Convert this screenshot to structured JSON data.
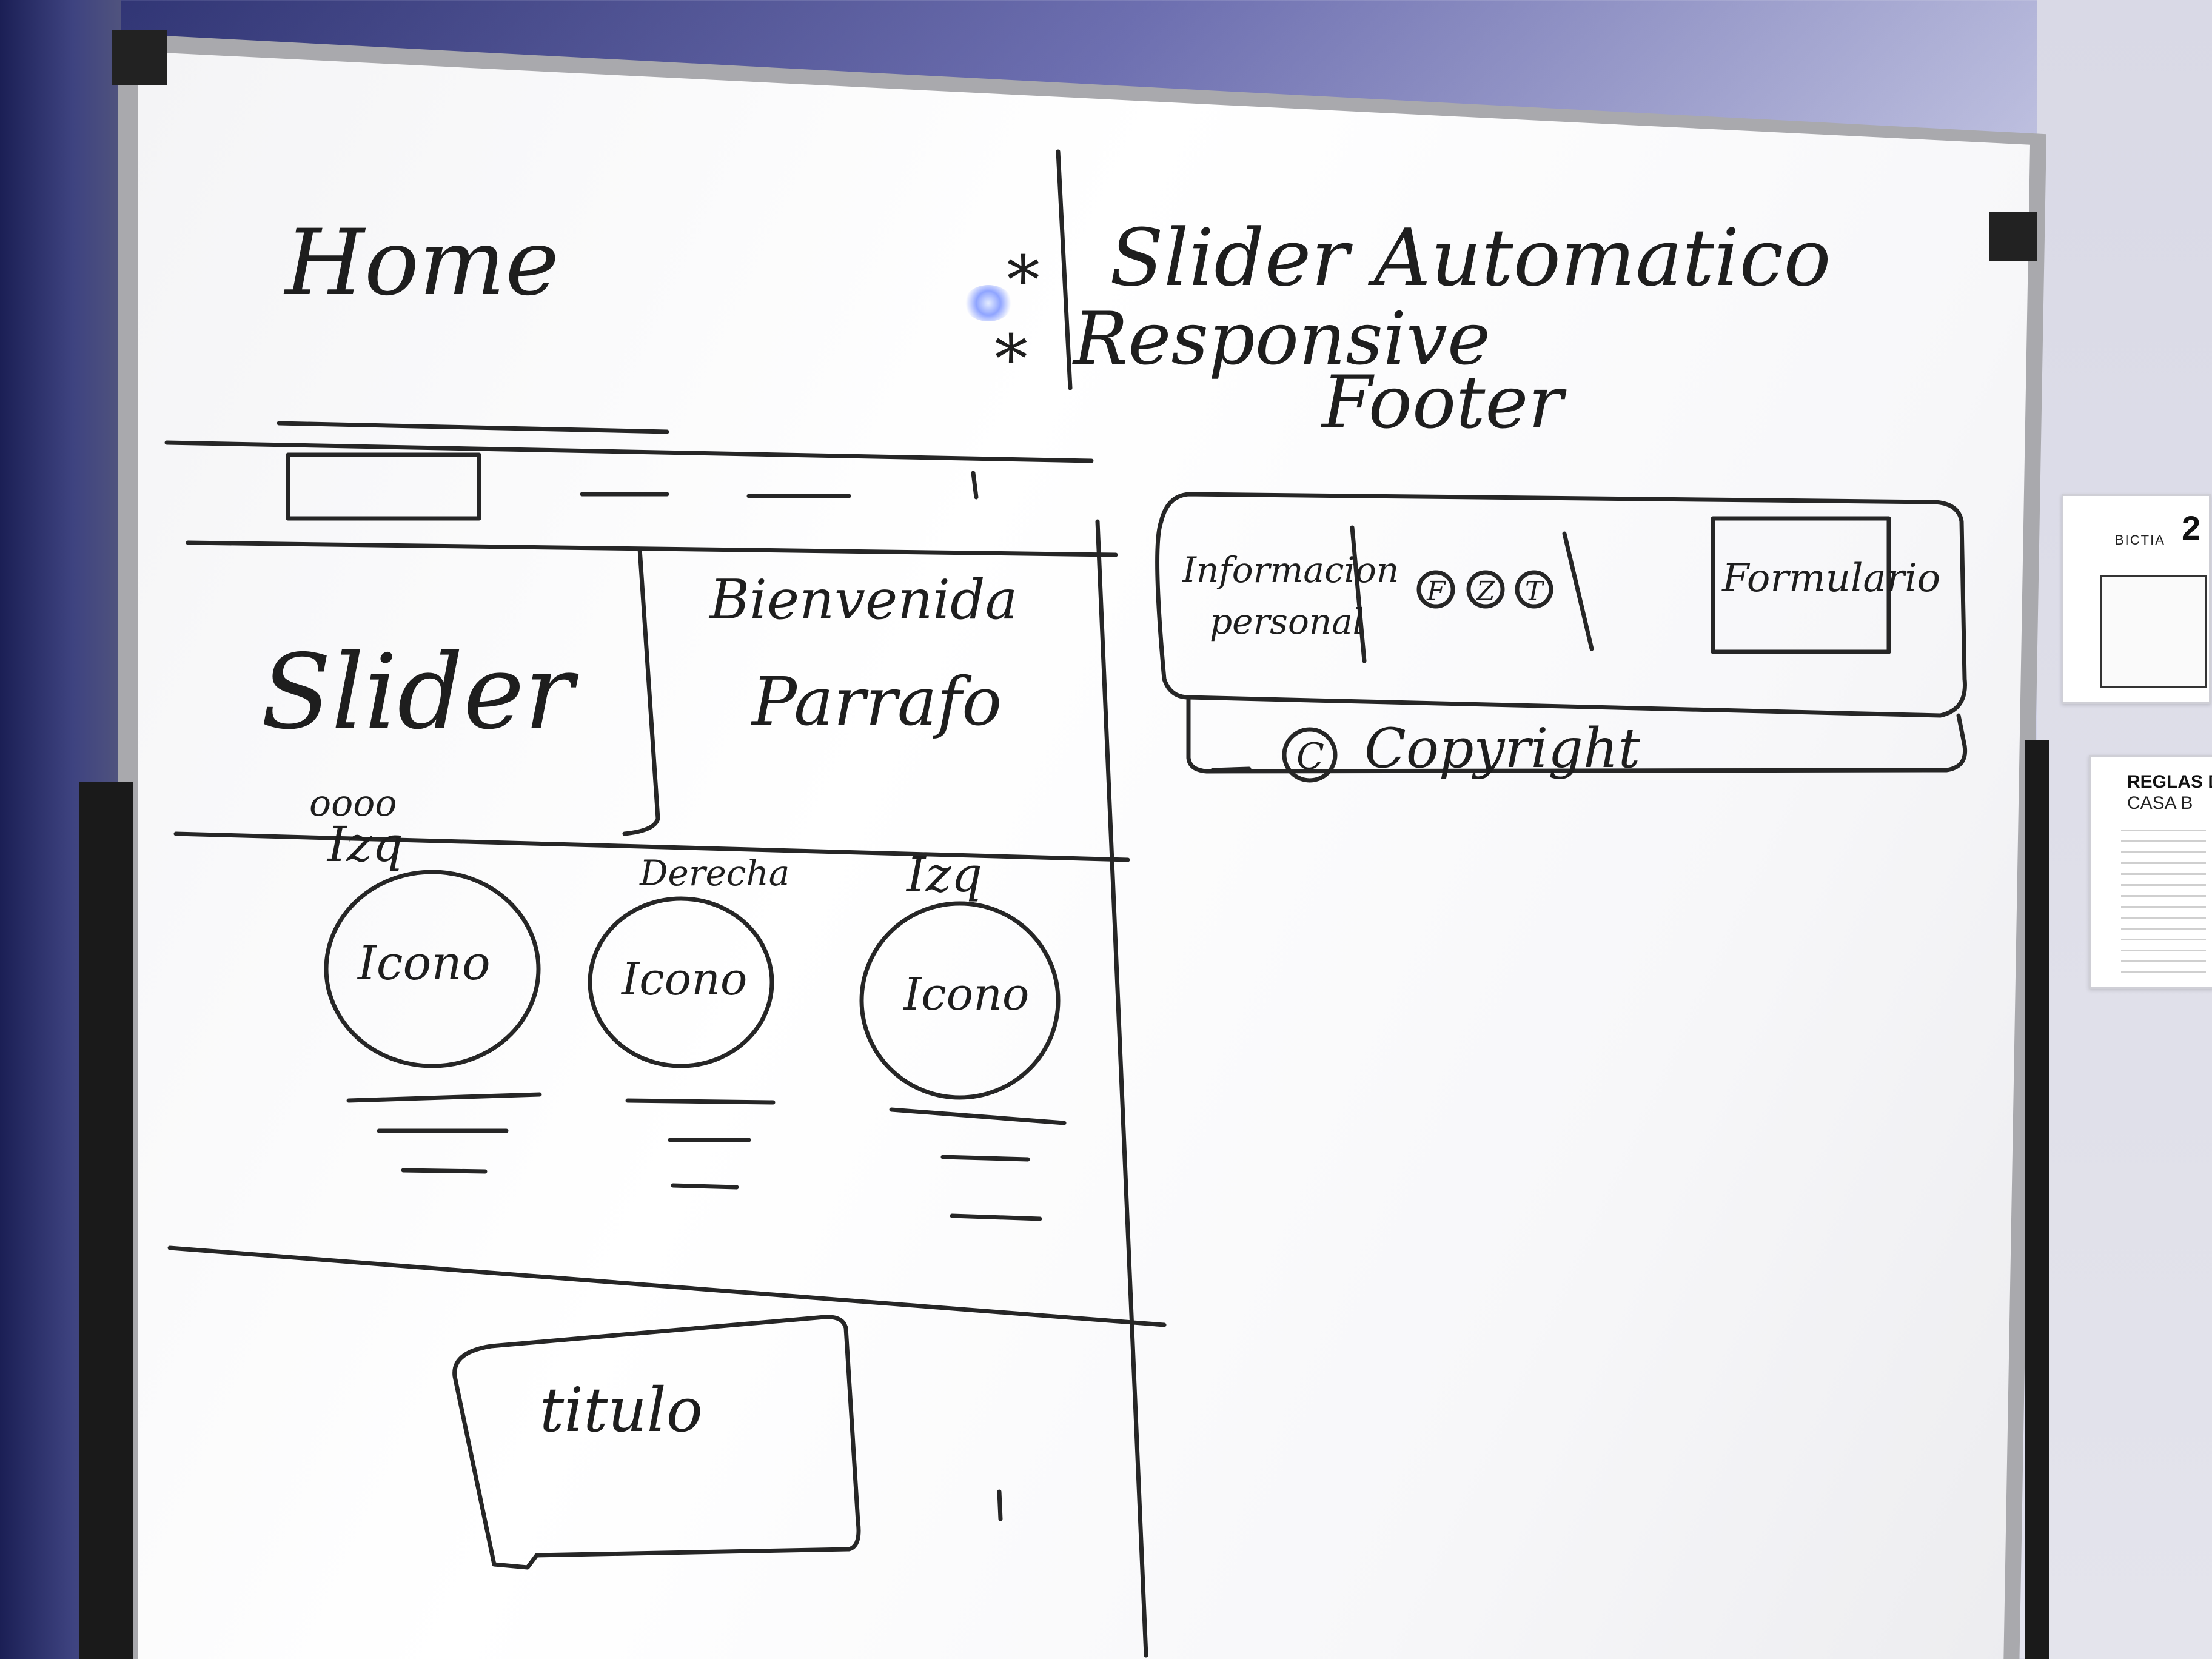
{
  "whiteboard": {
    "home_title": "Home",
    "notes": {
      "slider_auto": "Slider Automatico",
      "responsive": "Responsive",
      "footer": "Footer",
      "bullet": "*"
    },
    "wireframe": {
      "slider": "Slider",
      "slider_dots": "oooo",
      "welcome": "Bienvenida",
      "paragraph": "Parrafo",
      "columns": [
        {
          "align": "Izq",
          "icon": "Icono"
        },
        {
          "align": "Derecha",
          "icon": "Icono"
        },
        {
          "align": "Izq",
          "icon": "Icono"
        }
      ],
      "title_box": "titulo"
    },
    "footer_sketch": {
      "info": [
        "Informacion",
        "personal"
      ],
      "social": [
        "F",
        "Z",
        "T"
      ],
      "form": "Formulario",
      "copyright_symbol": "C",
      "copyright": "Copyright"
    }
  },
  "wall_signs": {
    "floor_sign": {
      "brand": "BICTIA",
      "floor_number": "2"
    },
    "rules_sign": {
      "title": "REGLAS D",
      "subtitle": "CASA B"
    }
  }
}
